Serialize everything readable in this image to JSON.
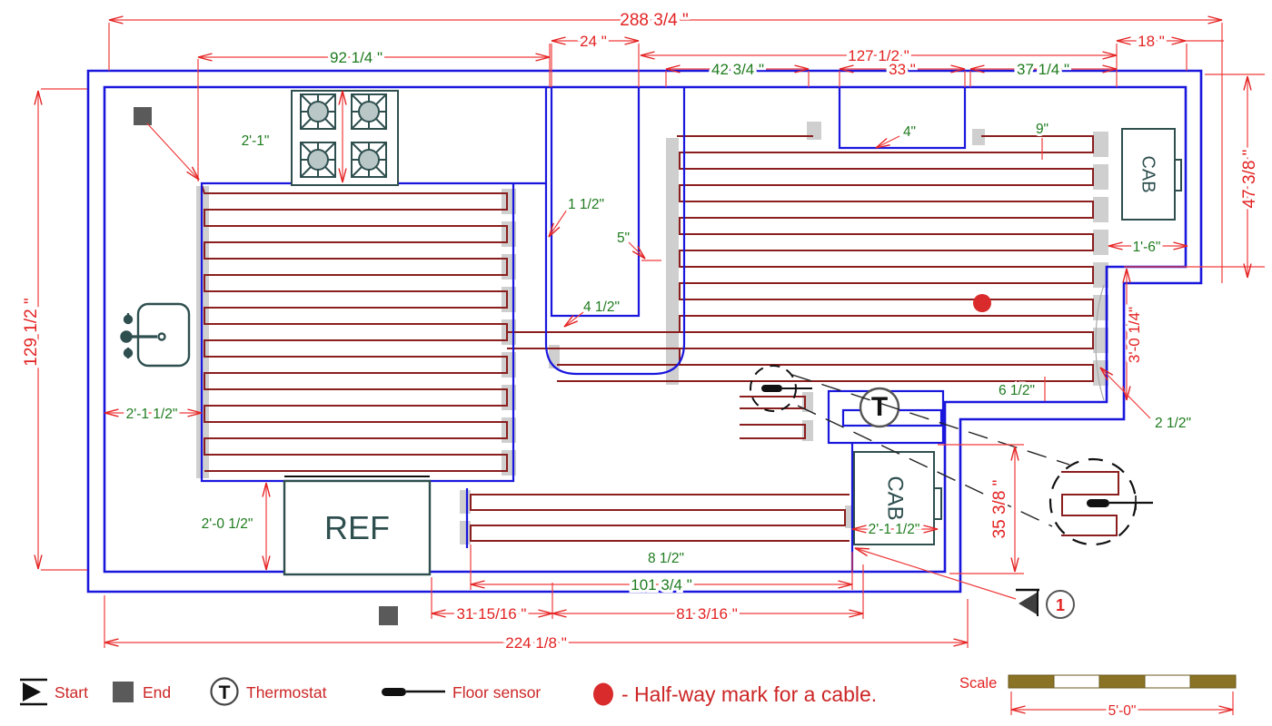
{
  "dims": {
    "top_overall": "288 3/4 \"",
    "counter_width": "92 1/4 \"",
    "island_width": "24 \"",
    "right_width": "127 1/2 \"",
    "edge_18": "18 \"",
    "seg_42": "42 3/4 \"",
    "seg_33": "33 \"",
    "seg_37": "37 1/4 \"",
    "nine": "9\"",
    "four": "4\"",
    "height_left": "129 1/2 \"",
    "counter_depth": "2'-1\"",
    "sink_offset": "2'-1 1/2\"",
    "gap_1_5": "1 1/2\"",
    "gap_5": "5\"",
    "gap_4_5": "4 1/2\"",
    "cab_offset": "1'-6\"",
    "height_right": "47 3/8 \"",
    "step_height": "3'-0 1/4\"",
    "gap_6_5": "6 1/2\"",
    "gap_2_5": "2 1/2\"",
    "cab2_offset": "2'-1 1/2\"",
    "right_height2": "35 3/8 \"",
    "ref_offset": "2'-0 1/2\"",
    "spacing": "8 1/2\"",
    "bottom_101": "101 3/4 \"",
    "bottom_31": "31 15/16 \"",
    "bottom_81": "81 3/16 \"",
    "bottom_224": "224 1/8 \"",
    "scale_len": "5'-0\""
  },
  "labels": {
    "ref": "REF",
    "cab_top": "CAB",
    "cab_bottom": "CAB",
    "thermostat_t": "T",
    "legend_t": "T",
    "detail_number": "1",
    "scale": "Scale"
  },
  "legend": {
    "start": "Start",
    "end": "End",
    "thermostat": "Thermostat",
    "floor_sensor": "Floor sensor",
    "halfway": "- Half-way mark for a cable."
  },
  "colors": {
    "wall_blue": "#1a17dd",
    "cable_maroon": "#8b1e1e",
    "dimension_red": "#e32222",
    "label_green": "#1e7b1e",
    "fixture_teal": "#2f4f4f",
    "scale_olive": "#8a7324",
    "halfway_red": "#d92b2b",
    "end_gray": "#5a5a5a"
  }
}
